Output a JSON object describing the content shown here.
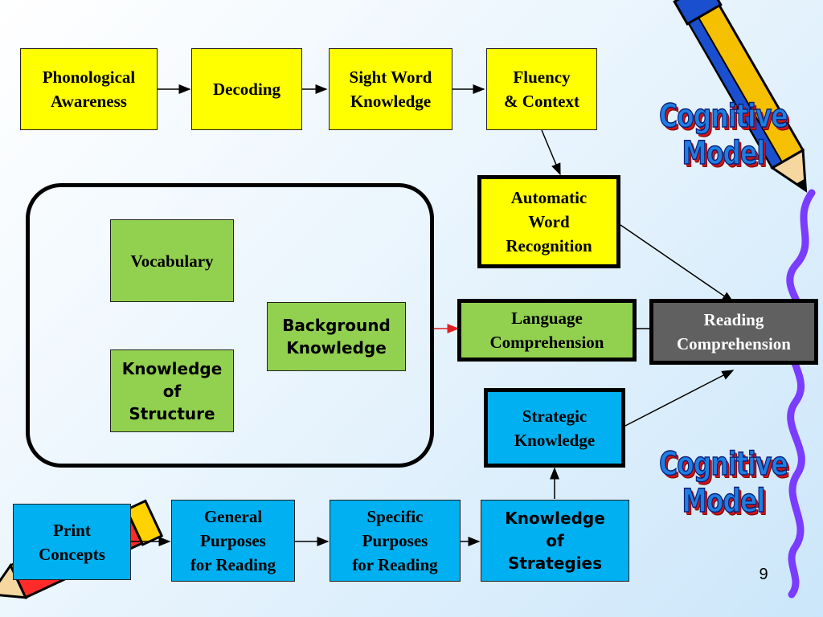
{
  "title": "Cognitive\nModel",
  "page_number": "9",
  "nodes": {
    "phonological_awareness": "Phonological\nAwareness",
    "decoding": "Decoding",
    "sight_word_knowledge": "Sight Word\nKnowledge",
    "fluency_context": "Fluency\n& Context",
    "automatic_word_recognition": "Automatic\nWord\nRecognition",
    "vocabulary": "Vocabulary",
    "background_knowledge": "Background\nKnowledge",
    "knowledge_of_structure": "Knowledge\nof\nStructure",
    "language_comprehension": "Language\nComprehension",
    "reading_comprehension": "Reading\nComprehension",
    "strategic_knowledge": "Strategic\nKnowledge",
    "print_concepts": "Print\nConcepts",
    "general_purposes": "General\nPurposes\nfor Reading",
    "specific_purposes": "Specific\nPurposes\nfor Reading",
    "knowledge_of_strategies": "Knowledge\nof\nStrategies"
  },
  "colors": {
    "decoding_row": "#ffff00",
    "language_row": "#92d050",
    "strategy_row": "#00b0f0",
    "outcome": "#606060",
    "highlight_arrow": "#e02020"
  }
}
